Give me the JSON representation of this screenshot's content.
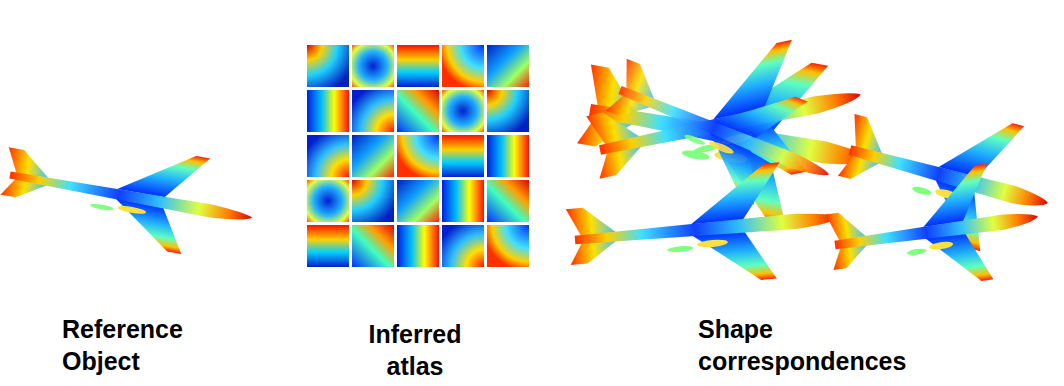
{
  "diagram": {
    "labels": [
      "Reference Object",
      "Inferred atlas",
      "Shape correspondences"
    ]
  }
}
